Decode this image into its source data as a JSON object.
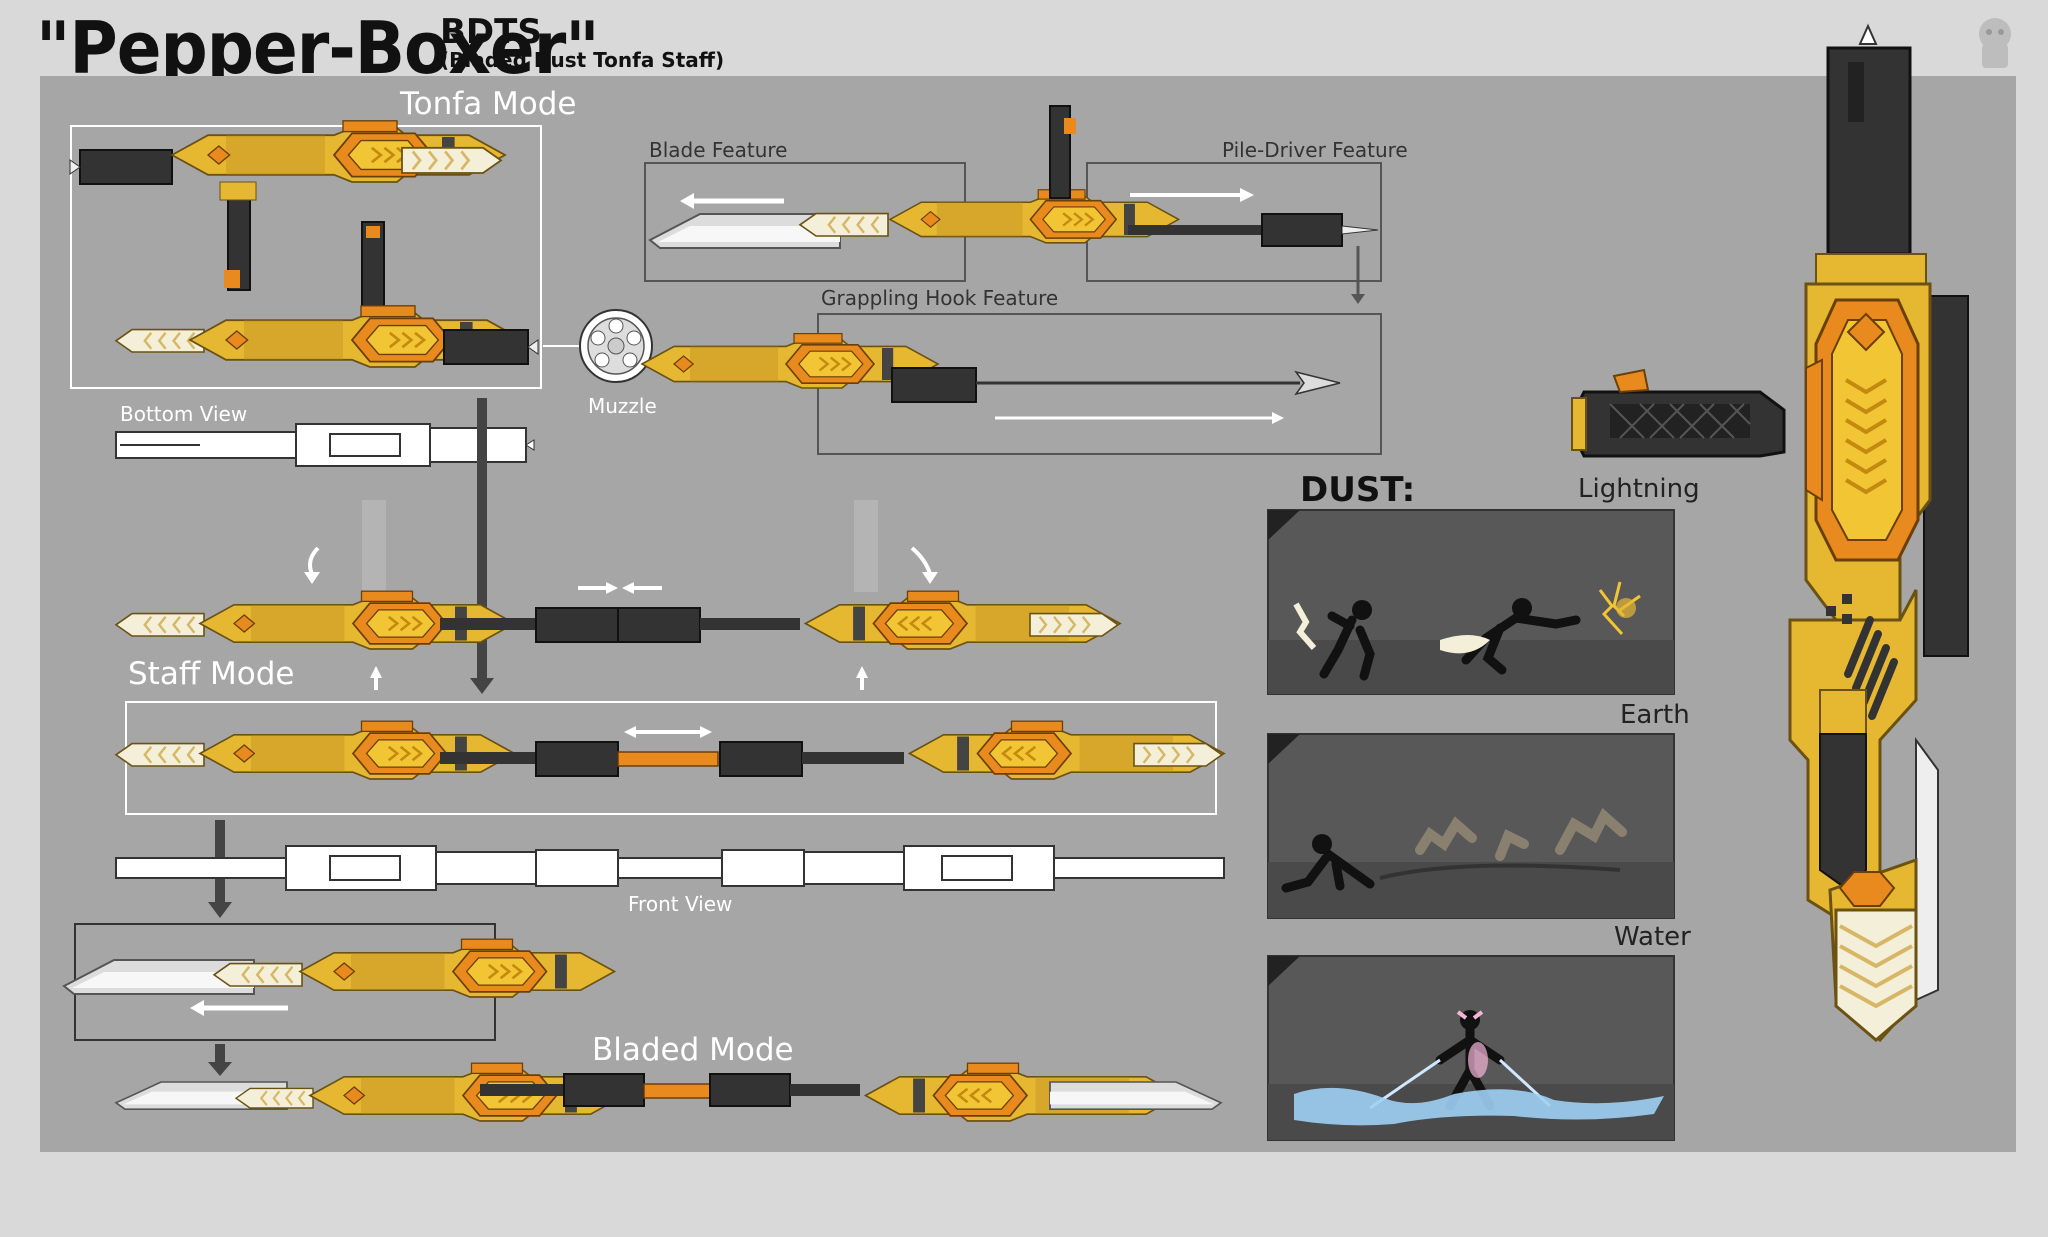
{
  "header": {
    "title": "\"Pepper-Boxer\"",
    "code": "BDTS",
    "full_name": "(Bladed Dust Tonfa Staff)"
  },
  "modes": {
    "tonfa": "Tonfa Mode",
    "staff": "Staff Mode",
    "bladed": "Bladed Mode"
  },
  "views": {
    "bottom": "Bottom View",
    "front": "Front View",
    "muzzle": "Muzzle"
  },
  "features": {
    "blade": "Blade Feature",
    "pile_driver": "Pile-Driver Feature",
    "grappling": "Grappling Hook Feature"
  },
  "dust": {
    "title": "DUST:",
    "types": [
      "Lightning",
      "Earth",
      "Water"
    ]
  },
  "colors": {
    "gold": "#e6b832",
    "gold_dark": "#b8861c",
    "orange": "#e88a1e",
    "dark": "#333333",
    "panel": "#a6a6a6",
    "background": "#d9d9d9"
  }
}
